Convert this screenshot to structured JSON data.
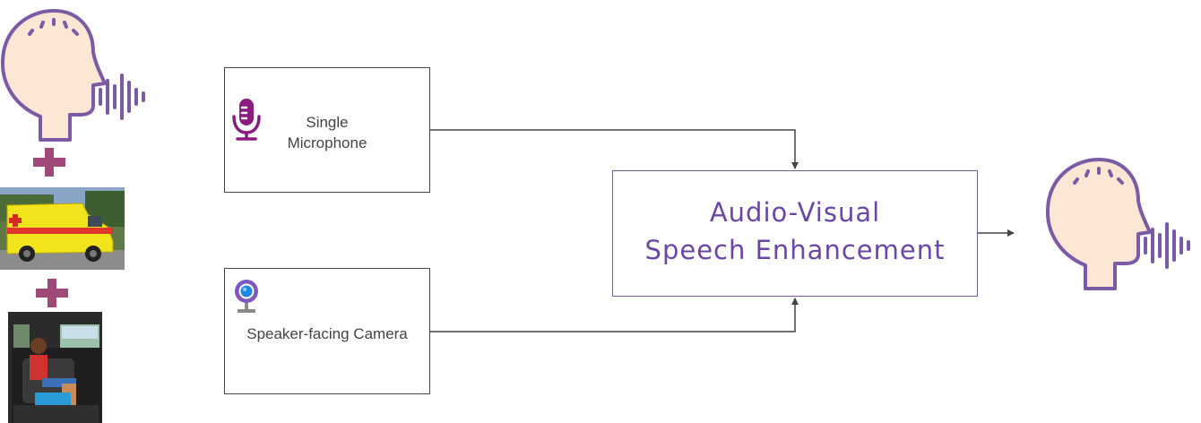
{
  "microphone_box": {
    "label_line1": "Single",
    "label_line2": "Microphone",
    "icon": "microphone-icon"
  },
  "camera_box": {
    "label": "Speaker-facing Camera",
    "icon": "webcam-icon"
  },
  "enhancement_box": {
    "line1": "Audio-Visual",
    "line2": "Speech Enhancement"
  },
  "inputs": {
    "speaker_icon": "speaking-head-icon",
    "noise_photo": "ambulance-photo",
    "cabin_photo": "child-in-car-seat-photo",
    "plus_icon": "plus-icon"
  },
  "output": {
    "speaker_icon": "speaking-head-icon"
  },
  "colors": {
    "purple": "#7b5aa6",
    "head_fill": "#fbe7d4",
    "plus": "#a04878",
    "mic": "#8a1c80",
    "camera_ring": "#7e57c2",
    "camera_lens": "#1e88e5",
    "main_text": "#6a46a6",
    "line": "#444444"
  }
}
